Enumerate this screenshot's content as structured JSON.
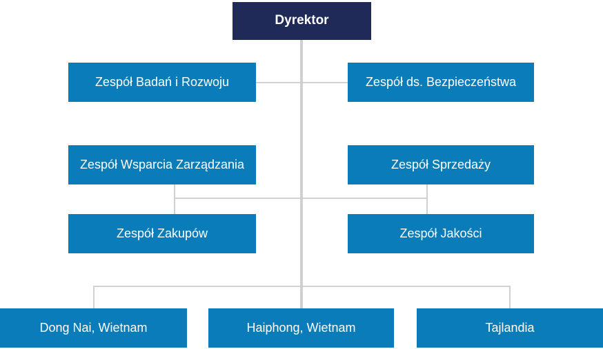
{
  "org_chart": {
    "director": "Dyrektor",
    "teams": [
      "Zespół Badań i Rozwoju",
      "Zespół ds. Bezpieczeństwa",
      "Zespół Wsparcia Zarządzania",
      "Zespół Sprzedaży",
      "Zespół Zakupów",
      "Zespół Jakości"
    ],
    "locations": [
      "Dong Nai, Wietnam",
      "Haiphong, Wietnam",
      "Tajlandia"
    ]
  },
  "colors": {
    "director_box": "#1f2a58",
    "team_box": "#0b7cba",
    "connector_line": "#d0d0d0",
    "text": "#ffffff",
    "background": "#ffffff"
  }
}
